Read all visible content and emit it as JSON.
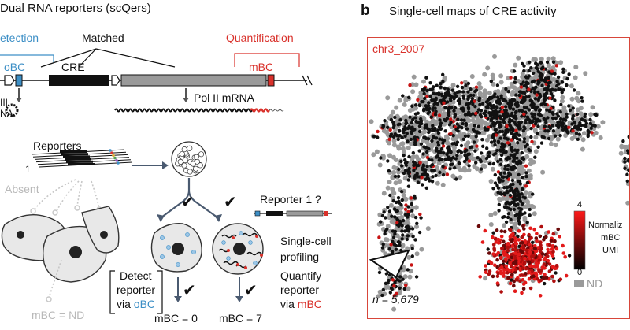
{
  "panel_a": {
    "title": "Dual RNA reporters (scQers)",
    "detection_label": "Detection",
    "detection_visible": "etection",
    "matched_label": "Matched",
    "quantification_label": "Quantification",
    "obc_label": "oBC",
    "mbc_label": "mBC",
    "cre_label": "CRE",
    "pol3_label": "III",
    "rna_label": "NA",
    "pol2_label": "Pol II mRNA",
    "reporters_label": "Reporters",
    "reporter_count_label": "1",
    "absent_label": "Absent",
    "reporter1_label": "Reporter 1 ?",
    "single_cell_label_1": "Single-cell",
    "single_cell_label_2": "profiling",
    "detect_1": "Detect",
    "detect_2": "reporter",
    "detect_3_prefix": "via ",
    "detect_3_obc": "oBC",
    "quantify_1": "Quantify",
    "quantify_2": "reporter",
    "quantify_3_prefix": "via ",
    "quantify_3_mbc": "mBC",
    "mbc_nd": "mBC = ND",
    "mbc_0": "mBC = 0",
    "mbc_7": "mBC = 7",
    "check_mark": "✔"
  },
  "panel_b": {
    "letter": "b",
    "title": "Single-cell maps of CRE activity",
    "locus_label": "chr3_2007",
    "n_label": "n = 5,679",
    "colorbar_max": "4",
    "colorbar_min": "0",
    "colorbar_title_1": "Normaliz",
    "colorbar_title_2": "mBC",
    "colorbar_title_3": "UMI",
    "nd_label": "ND"
  },
  "colors": {
    "accent_blue": "#3d8fc6",
    "accent_red": "#d9312b",
    "nd_gray": "#9a9a9a"
  }
}
